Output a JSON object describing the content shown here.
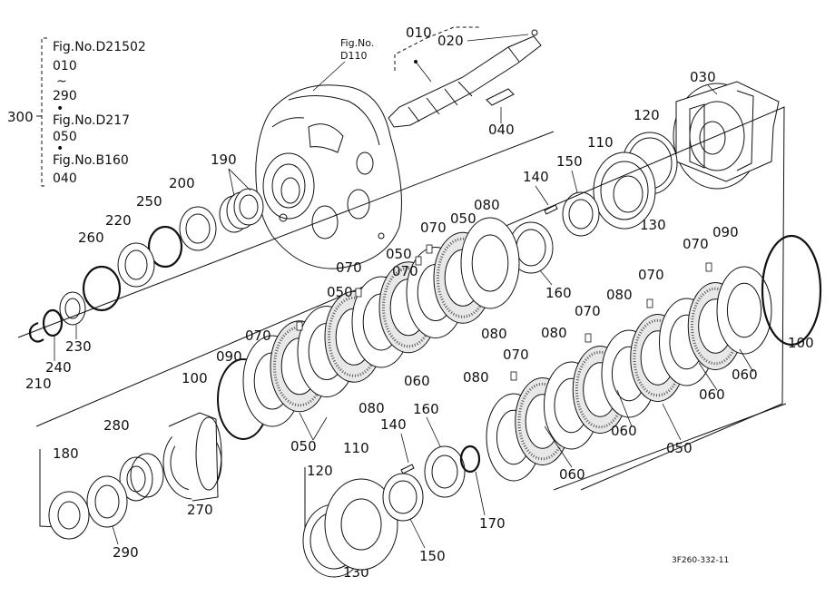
{
  "reference_block": {
    "lines": [
      "Fig.No.D21502",
      "010",
      "~",
      "290",
      "•",
      "Fig.No.D217",
      "050",
      "•",
      "Fig.No.B160",
      "040"
    ],
    "assembly_label": "300"
  },
  "housing_ref": {
    "line1": "Fig.No.",
    "line2": "D110"
  },
  "parts": {
    "p010": "010",
    "p020": "020",
    "p030": "030",
    "p040": "040",
    "p110_top": "110",
    "p120_top": "120",
    "p130_top": "130",
    "p140_top": "140",
    "p150_top": "150",
    "p160_top": "160",
    "p190": "190",
    "p200": "200",
    "p250": "250",
    "p220": "220",
    "p260": "260",
    "p230": "230",
    "p240": "240",
    "p210": "210",
    "p070_a": "070",
    "p050_a": "050",
    "p080_a": "080",
    "p050_b": "050",
    "p070_b": "070",
    "p070_c": "070",
    "p050_c": "050",
    "p070_d": "070",
    "p080_b": "080",
    "p090_a": "090",
    "p100_a": "100",
    "p060_a": "060",
    "p080_c": "080",
    "p050_d": "050",
    "p070_e": "070",
    "p090_b": "090",
    "p070_f": "070",
    "p080_d": "080",
    "p070_g": "070",
    "p080_e": "080",
    "p070_h": "070",
    "p080_f": "080",
    "p100_b": "100",
    "p060_b": "060",
    "p060_c": "060",
    "p060_d": "060",
    "p050_e": "050",
    "p060_e": "060",
    "p280": "280",
    "p270": "270",
    "p180": "180",
    "p290": "290",
    "p120_bot": "120",
    "p110_bot": "110",
    "p130_bot": "130",
    "p140_bot": "140",
    "p160_bot": "160",
    "p150_bot": "150",
    "p170": "170"
  },
  "drawing_code": "3F260-332-11",
  "icons": {
    "housing": "transmission-housing-icon",
    "shaft": "splined-shaft-icon",
    "clutch_plate": "clutch-friction-plate-icon",
    "gear": "spur-gear-icon",
    "bearing": "needle-bearing-icon",
    "ring": "snap-ring-icon"
  }
}
